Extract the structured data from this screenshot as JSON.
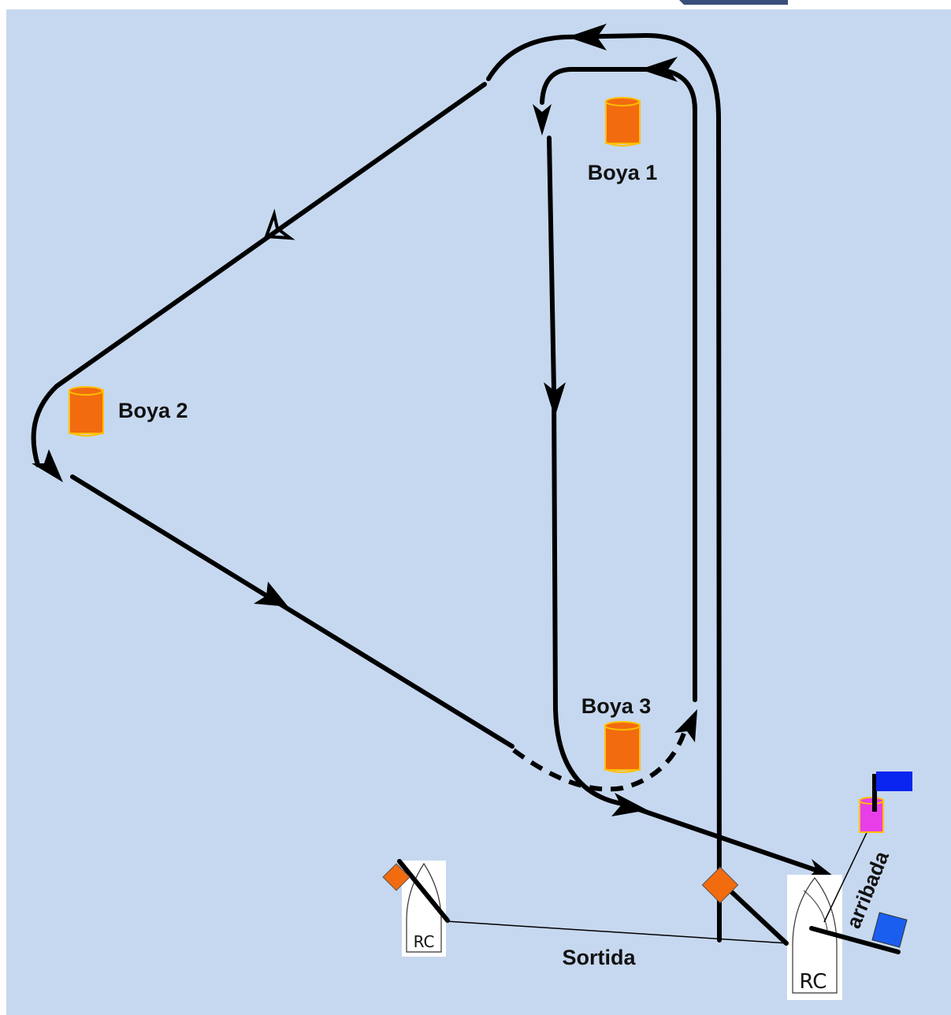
{
  "labels": {
    "buoy1": "Boya 1",
    "buoy2": "Boya 2",
    "buoy3": "Boya 3",
    "start": "Sortida",
    "finish": "arribada",
    "committee_left": "RC",
    "committee_right": "RC"
  },
  "colors": {
    "water": "#c6d8ef",
    "course_line": "#000000",
    "buoy_fill": "#f26b0f",
    "buoy_stroke": "#ffc000",
    "finish_buoy_fill": "#e83ee8",
    "start_flag": "#f26b0f",
    "finish_flag": "#0a24f0",
    "finish_flag_square": "#1a5ef0"
  },
  "icons": [
    "buoy-icon",
    "flag-icon",
    "committee-boat-icon",
    "arrowhead-icon"
  ]
}
